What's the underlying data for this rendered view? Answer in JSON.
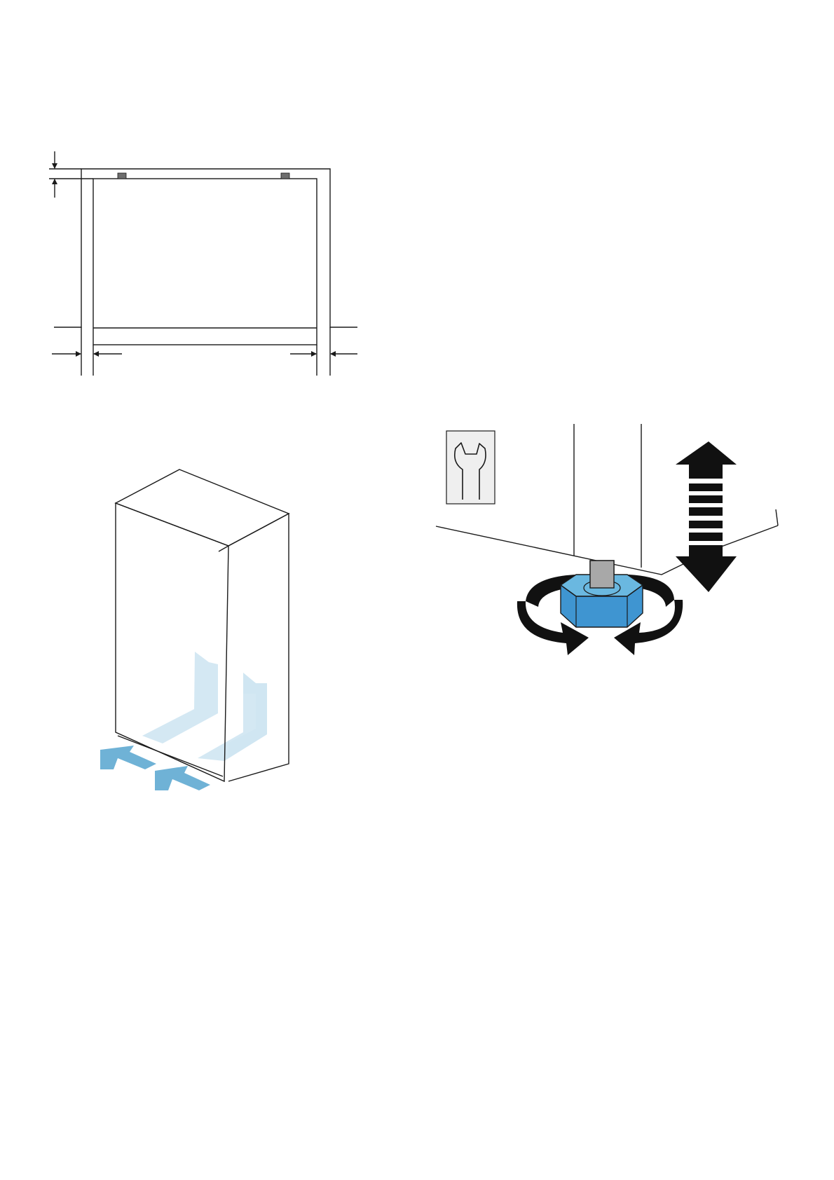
{
  "page": {
    "background": "#ffffff"
  },
  "figures": [
    {
      "id": "installation-clearance-plan",
      "icon": "cabinet-niche-dimension-diagram"
    },
    {
      "id": "warm-air-vent-front",
      "icon": "appliance-airflow-diagram"
    },
    {
      "id": "adjust-levelling-foot",
      "icon": "levelling-foot-diagram"
    }
  ],
  "tool_icon": "wrench-icon",
  "colors": {
    "line": "#1a1a1a",
    "airflow_light": "#cfe5f2",
    "airflow_arrow": "#6fb2d6",
    "foot_top": "#6ab8e0",
    "foot_side": "#3f95d1",
    "spacer": "#6e6e6e",
    "shaft": "#a8a8a8",
    "tool_box": "#efefef"
  }
}
